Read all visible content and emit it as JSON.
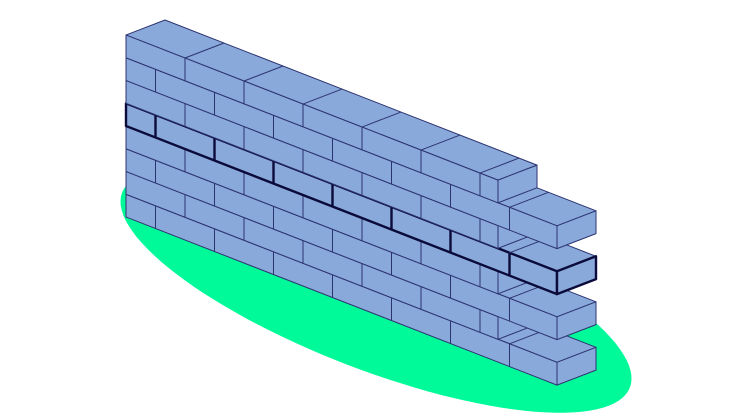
{
  "illustration": {
    "subject": "brick-wall",
    "row_count": 8,
    "highlighted_row": 4,
    "colors": {
      "ground": "#00fa9a",
      "brick_fill": "#8aa9db",
      "brick_stroke": "#2c3470",
      "highlight_stroke": "#0b0b3b",
      "background": "#ffffff"
    }
  }
}
